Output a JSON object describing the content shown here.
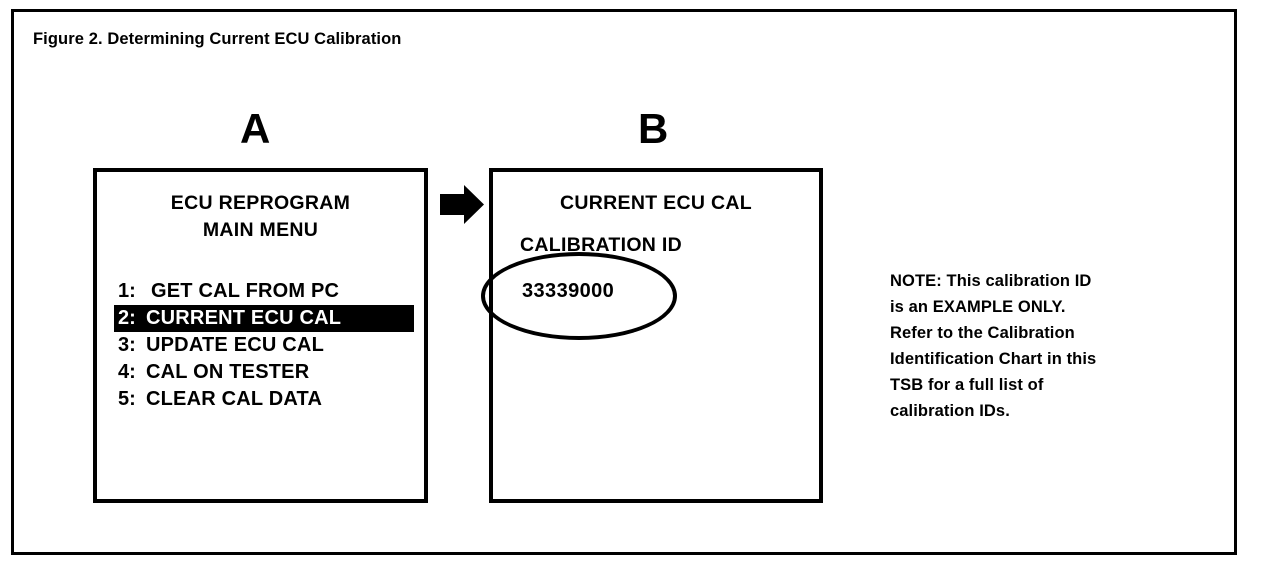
{
  "figure": {
    "title": "Figure 2. Determining Current ECU Calibration"
  },
  "panels": [
    {
      "letter": "A",
      "name": "ecu-reprogram-main-menu",
      "header_line_1": "ECU REPROGRAM",
      "header_line_2": "MAIN MENU",
      "menu_items": [
        {
          "number": "1:",
          "label": "GET CAL FROM PC",
          "selected": false
        },
        {
          "number": "2:",
          "label": "CURRENT ECU CAL",
          "selected": true
        },
        {
          "number": "3:",
          "label": "UPDATE ECU CAL",
          "selected": false
        },
        {
          "number": "4:",
          "label": "CAL ON TESTER",
          "selected": false
        },
        {
          "number": "5:",
          "label": "CLEAR CAL DATA",
          "selected": false
        }
      ]
    },
    {
      "letter": "B",
      "name": "current-ecu-cal-screen",
      "header_line_1": "CURRENT ECU CAL",
      "subheader": "CALIBRATION ID",
      "calibration_id": "33339000"
    }
  ],
  "arrow": {
    "icon": "right-arrow-icon",
    "direction": "right"
  },
  "note": {
    "lines": [
      "NOTE: This calibration ID",
      "is an EXAMPLE ONLY.",
      "Refer to the Calibration",
      "Identification Chart in this",
      "TSB for a full list of",
      "calibration IDs."
    ]
  },
  "colors": {
    "ink": "#000000",
    "paper": "#ffffff",
    "highlight_background": "#000000",
    "highlight_text": "#ffffff"
  }
}
